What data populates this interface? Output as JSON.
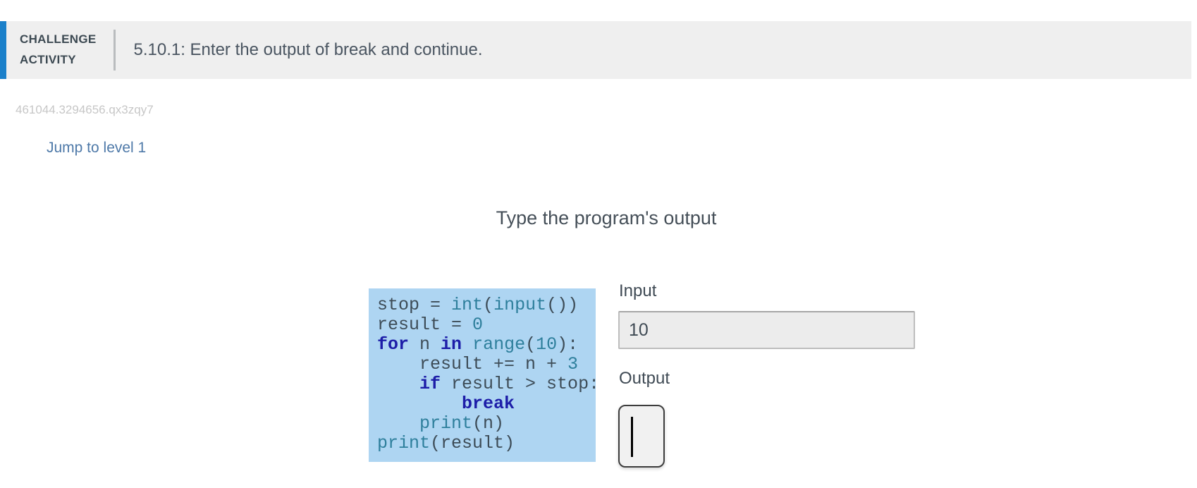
{
  "header": {
    "kicker_line1": "CHALLENGE",
    "kicker_line2": "ACTIVITY",
    "title": "5.10.1: Enter the output of break and continue."
  },
  "activity": {
    "id": "461044.3294656.qx3zqy7",
    "jump_link_label": "Jump to level 1",
    "prompt": "Type the program's output"
  },
  "program": {
    "language": "python",
    "token_lines": [
      [
        {
          "t": "stop = ",
          "c": "pl"
        },
        {
          "t": "int",
          "c": "bi"
        },
        {
          "t": "(",
          "c": "pl"
        },
        {
          "t": "input",
          "c": "bi"
        },
        {
          "t": "())",
          "c": "pl"
        }
      ],
      [
        {
          "t": "result = ",
          "c": "pl"
        },
        {
          "t": "0",
          "c": "nu"
        }
      ],
      [
        {
          "t": "for",
          "c": "kw"
        },
        {
          "t": " n ",
          "c": "pl"
        },
        {
          "t": "in",
          "c": "kw"
        },
        {
          "t": " ",
          "c": "pl"
        },
        {
          "t": "range",
          "c": "bi"
        },
        {
          "t": "(",
          "c": "pl"
        },
        {
          "t": "10",
          "c": "nu"
        },
        {
          "t": "):",
          "c": "pl"
        }
      ],
      [
        {
          "t": "    result += n + ",
          "c": "pl"
        },
        {
          "t": "3",
          "c": "nu"
        }
      ],
      [
        {
          "t": "    ",
          "c": "pl"
        },
        {
          "t": "if",
          "c": "kw"
        },
        {
          "t": " result > stop:",
          "c": "pl"
        }
      ],
      [
        {
          "t": "        ",
          "c": "pl"
        },
        {
          "t": "break",
          "c": "kw"
        }
      ],
      [
        {
          "t": "    ",
          "c": "pl"
        },
        {
          "t": "print",
          "c": "bi"
        },
        {
          "t": "(n)",
          "c": "pl"
        }
      ],
      [
        {
          "t": "print",
          "c": "bi"
        },
        {
          "t": "(result)",
          "c": "pl"
        }
      ]
    ]
  },
  "io": {
    "input_label": "Input",
    "input_value": "10",
    "output_label": "Output",
    "output_value": ""
  },
  "colors": {
    "accent": "#1b80ca",
    "code_bg": "#aed5f2",
    "keyword": "#1d1da8",
    "builtin": "#2e7f9c",
    "number": "#2e7f9c",
    "plain": "#3d4c57",
    "link": "#4e79a8"
  }
}
